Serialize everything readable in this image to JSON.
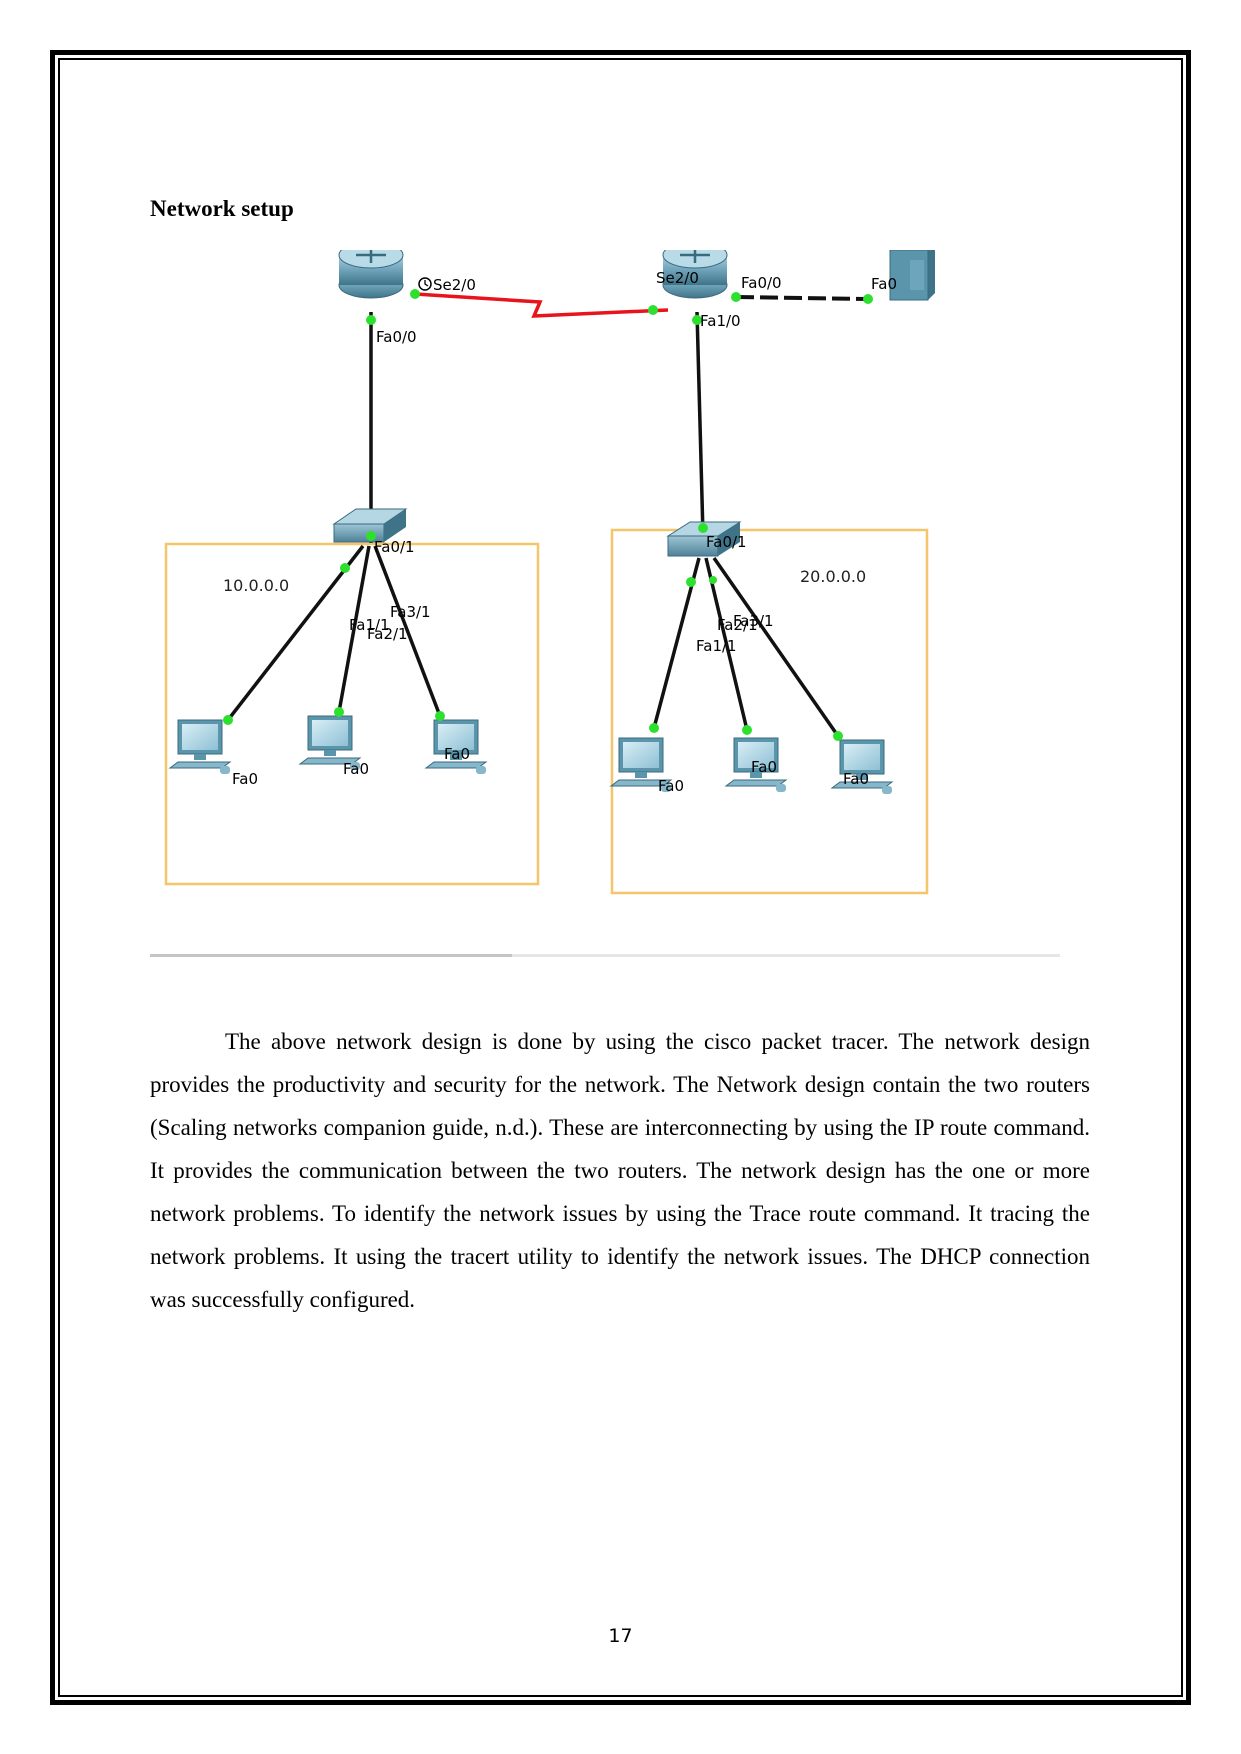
{
  "heading": "Network setup",
  "diagram": {
    "left_network_label": "10.0.0.0",
    "right_network_label": "20.0.0.0",
    "router1_serial": "Se2/0",
    "router1_fa00": "Fa0/0",
    "router2_serial": "Se2/0",
    "router2_fa00": "Fa0/0",
    "router2_fa10": "Fa1/0",
    "server_fa0": "Fa0",
    "switch1_fa01": "Fa0/1",
    "switch1_fa11": "Fa1/1",
    "switch1_fa21": "Fa2/1",
    "switch1_fa31": "Fa3/1",
    "switch2_fa01": "Fa0/1",
    "switch2_fa11": "Fa1/1",
    "switch2_fa21": "Fa2/1",
    "switch2_fa31": "Fa3/1",
    "pc_fa0": "Fa0"
  },
  "body": "The above network design is done by using the cisco packet tracer. The network design provides the productivity and security for the network. The Network design contain the two routers (Scaling networks companion guide, n.d.). These are interconnecting by using the IP route command. It provides the communication between the two routers. The network design has the one or more network problems. To identify the network issues by using the Trace route command. It tracing the network problems. It using the tracert utility to identify the network issues. The DHCP connection was successfully configured.",
  "page_number": "17",
  "colors": {
    "serial_link": "#e8141b",
    "link_dot": "#2ee02e",
    "subnet_box": "#f5c56a",
    "device": "#5b95ab"
  }
}
